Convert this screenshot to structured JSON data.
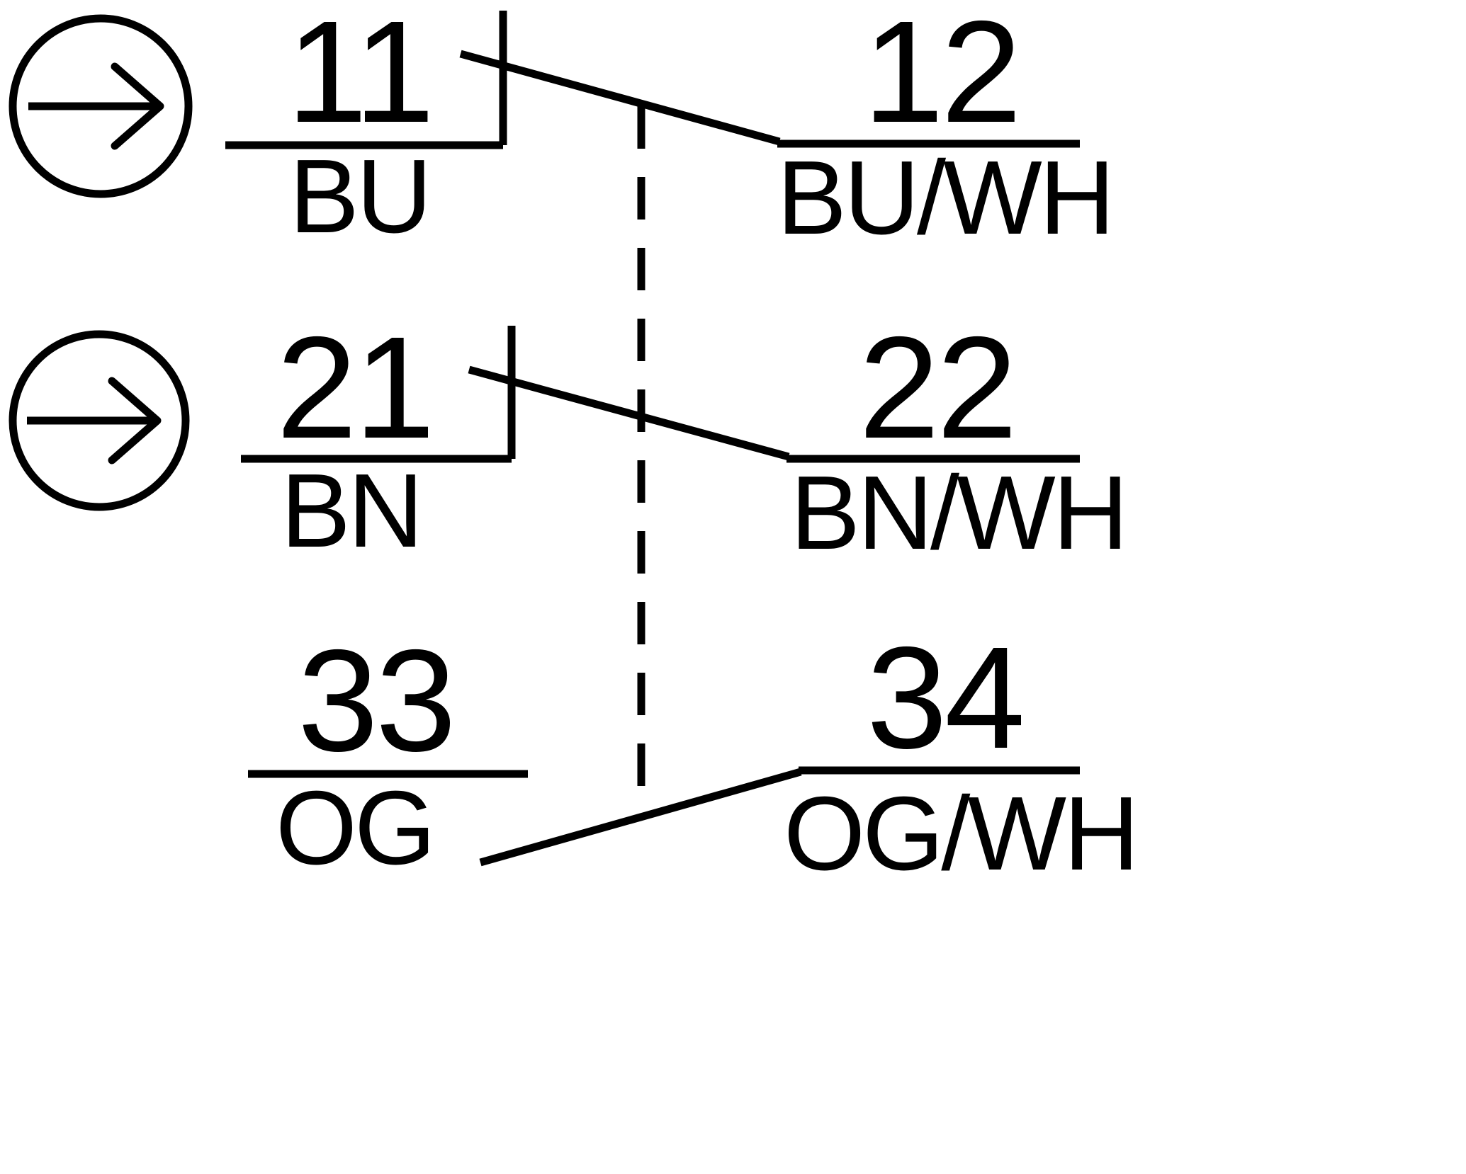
{
  "diagram": {
    "background_color": "#ffffff",
    "line_color": "#000000",
    "actuators": [
      {
        "icon": "arrow-right-in-circle-icon"
      },
      {
        "icon": "arrow-right-in-circle-icon"
      }
    ],
    "mechanical_link": {
      "style": "dashed"
    },
    "contacts": [
      {
        "type": "NC",
        "left": {
          "terminal": "11",
          "wire": "BU"
        },
        "right": {
          "terminal": "12",
          "wire": "BU/WH"
        }
      },
      {
        "type": "NC",
        "left": {
          "terminal": "21",
          "wire": "BN"
        },
        "right": {
          "terminal": "22",
          "wire": "BN/WH"
        }
      },
      {
        "type": "NO",
        "left": {
          "terminal": "33",
          "wire": "OG"
        },
        "right": {
          "terminal": "34",
          "wire": "OG/WH"
        }
      }
    ]
  }
}
